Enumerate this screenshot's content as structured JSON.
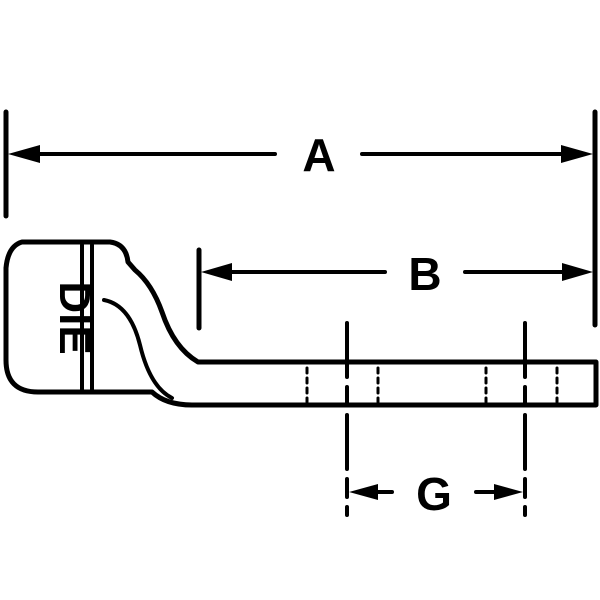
{
  "drawing": {
    "stroke_color": "#000000",
    "background_color": "#ffffff",
    "die_label": "DIE",
    "dimensions": {
      "a": "A",
      "b": "B",
      "g": "G"
    }
  }
}
